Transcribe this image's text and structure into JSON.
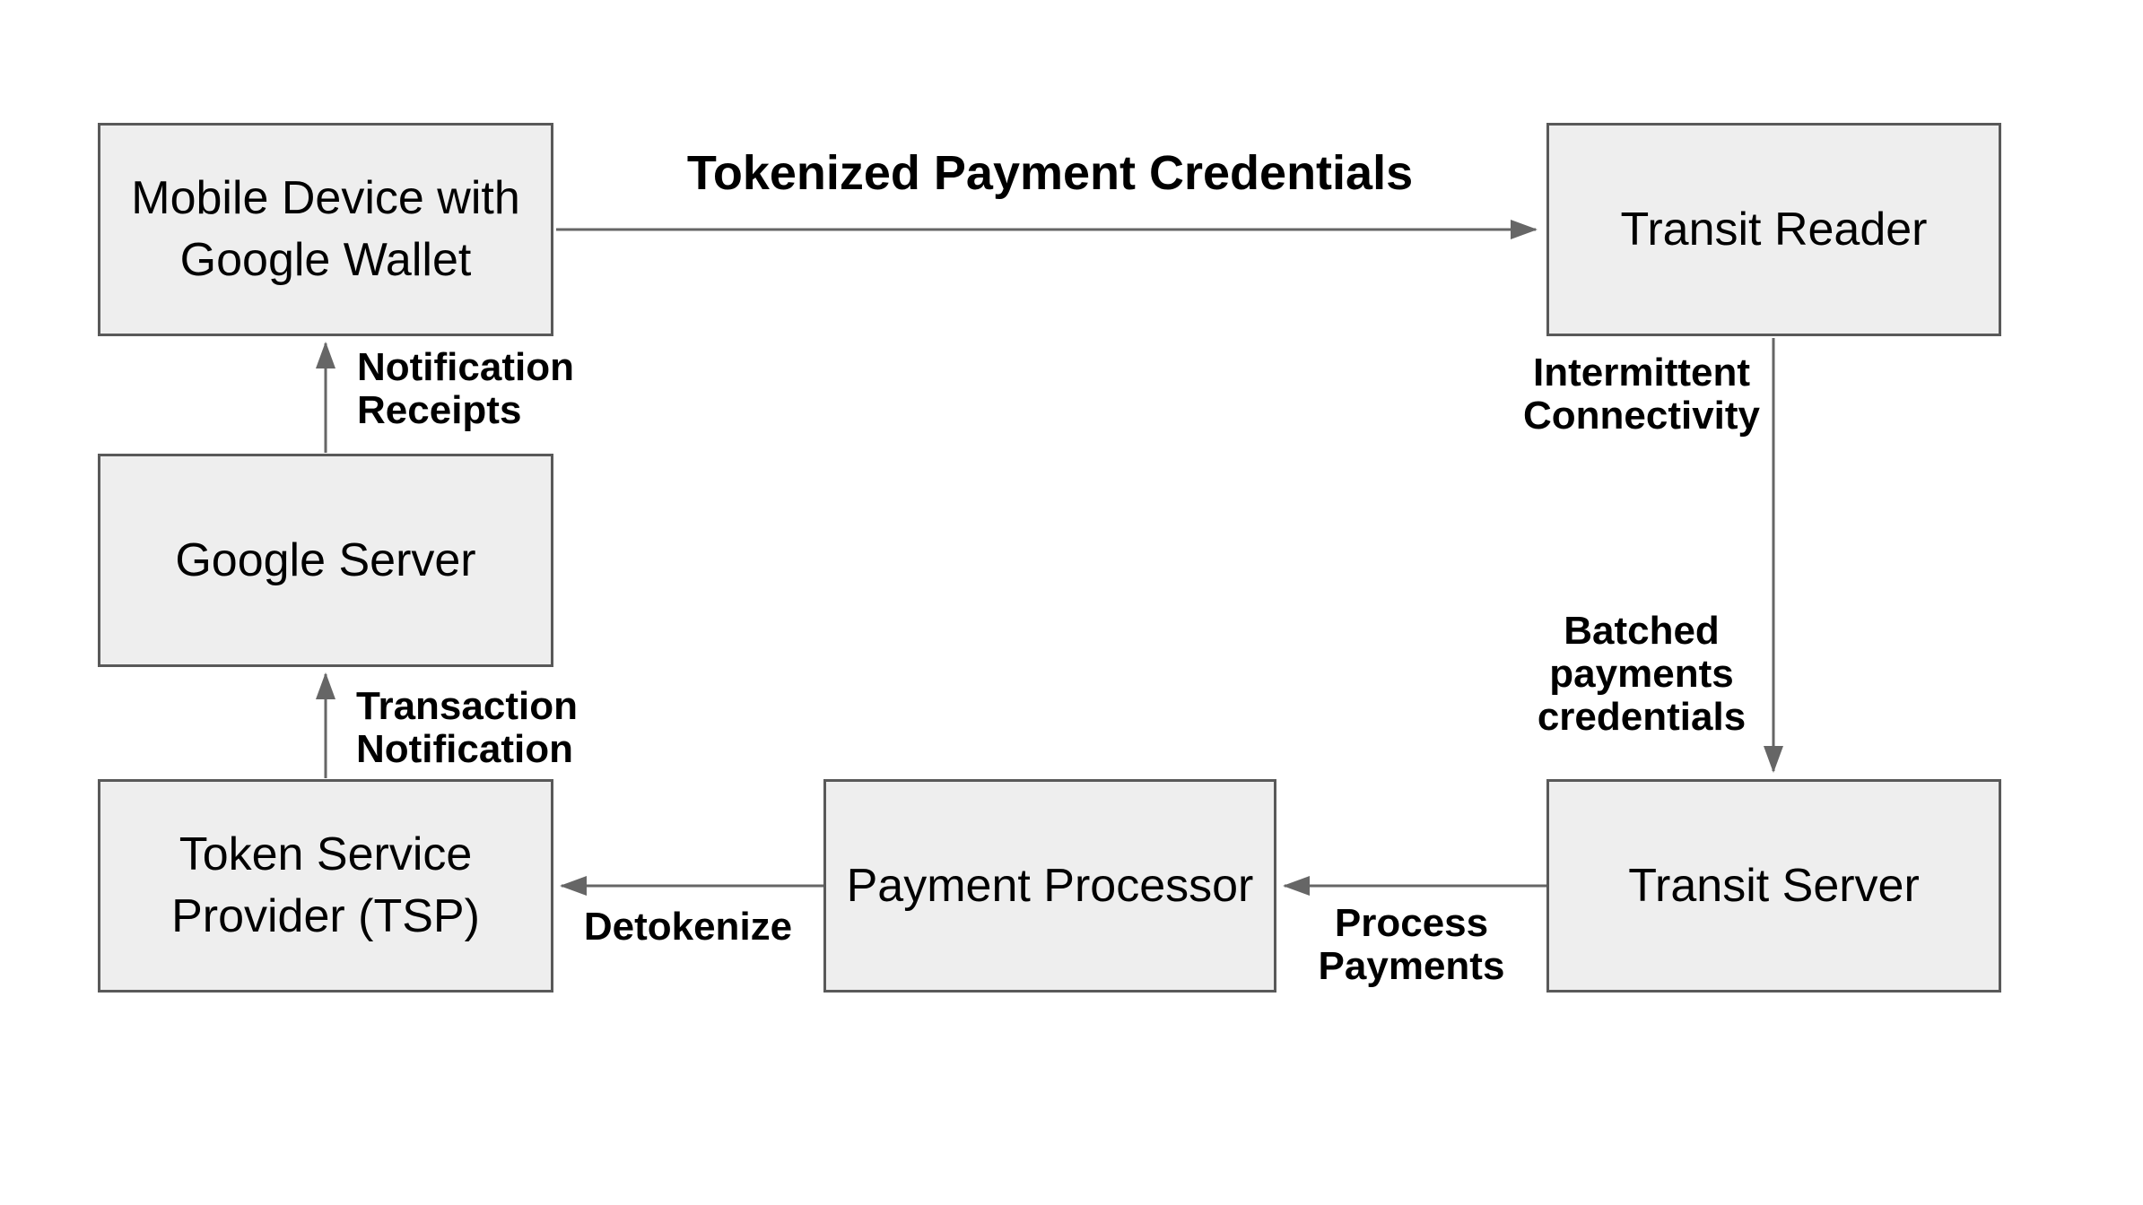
{
  "diagram": {
    "description": "Google Wallet transit payment flow diagram",
    "colors": {
      "node_fill": "#eeeeee",
      "node_border": "#595959",
      "arrow": "#666666",
      "text": "#000000",
      "background": "#ffffff"
    },
    "nodes": [
      {
        "id": "mobile-device",
        "label": "Mobile Device with\nGoogle Wallet"
      },
      {
        "id": "transit-reader",
        "label": "Transit Reader"
      },
      {
        "id": "google-server",
        "label": "Google Server"
      },
      {
        "id": "tsp",
        "label": "Token Service\nProvider (TSP)"
      },
      {
        "id": "payment-processor",
        "label": "Payment Processor"
      },
      {
        "id": "transit-server",
        "label": "Transit Server"
      }
    ],
    "edges": [
      {
        "from": "mobile-device",
        "to": "transit-reader",
        "label": "Tokenized Payment Credentials"
      },
      {
        "from": "transit-reader",
        "to": "transit-server",
        "labels": [
          "Intermittent\nConnectivity",
          "Batched\npayments\ncredentials"
        ]
      },
      {
        "from": "transit-server",
        "to": "payment-processor",
        "label": "Process\nPayments"
      },
      {
        "from": "payment-processor",
        "to": "tsp",
        "label": "Detokenize"
      },
      {
        "from": "tsp",
        "to": "google-server",
        "label": "Transaction\nNotification"
      },
      {
        "from": "google-server",
        "to": "mobile-device",
        "label": "Notification\nReceipts"
      }
    ]
  }
}
